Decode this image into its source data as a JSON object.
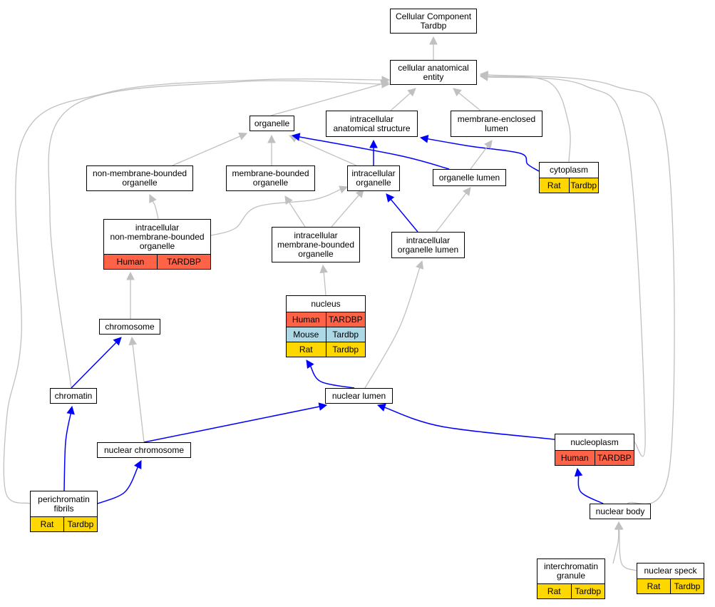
{
  "colors": {
    "Human": "#ff6347",
    "Mouse": "#add8e6",
    "Rat": "#ffd700",
    "edge_isa": "#c0c0c0",
    "edge_partof": "#0000ff"
  },
  "nodes": [
    {
      "id": "root",
      "label": "Cellular Component\nTardbp",
      "annotations": []
    },
    {
      "id": "cae",
      "label": "cellular anatomical\nentity",
      "annotations": []
    },
    {
      "id": "organelle",
      "label": "organelle",
      "annotations": []
    },
    {
      "id": "ias",
      "label": "intracellular\nanatomical structure",
      "annotations": []
    },
    {
      "id": "mel",
      "label": "membrane-enclosed\nlumen",
      "annotations": []
    },
    {
      "id": "nmbo",
      "label": "non-membrane-bounded\norganelle",
      "annotations": []
    },
    {
      "id": "mbo",
      "label": "membrane-bounded\norganelle",
      "annotations": []
    },
    {
      "id": "io",
      "label": "intracellular\norganelle",
      "annotations": []
    },
    {
      "id": "olumen",
      "label": "organelle lumen",
      "annotations": []
    },
    {
      "id": "cytoplasm",
      "label": "cytoplasm",
      "annotations": [
        {
          "species": "Rat",
          "gene": "Tardbp"
        }
      ]
    },
    {
      "id": "inmbo",
      "label": "intracellular\nnon-membrane-bounded\norganelle",
      "annotations": [
        {
          "species": "Human",
          "gene": "TARDBP"
        }
      ]
    },
    {
      "id": "imbo",
      "label": "intracellular\nmembrane-bounded\norganelle",
      "annotations": []
    },
    {
      "id": "iol",
      "label": "intracellular\norganelle lumen",
      "annotations": []
    },
    {
      "id": "nucleus",
      "label": "nucleus",
      "annotations": [
        {
          "species": "Human",
          "gene": "TARDBP"
        },
        {
          "species": "Mouse",
          "gene": "Tardbp"
        },
        {
          "species": "Rat",
          "gene": "Tardbp"
        }
      ]
    },
    {
      "id": "chromosome",
      "label": "chromosome",
      "annotations": []
    },
    {
      "id": "chromatin",
      "label": "chromatin",
      "annotations": []
    },
    {
      "id": "nlumen",
      "label": "nuclear lumen",
      "annotations": []
    },
    {
      "id": "nchrom",
      "label": "nuclear chromosome",
      "annotations": []
    },
    {
      "id": "nucleoplasm",
      "label": "nucleoplasm",
      "annotations": [
        {
          "species": "Human",
          "gene": "TARDBP"
        }
      ]
    },
    {
      "id": "pfib",
      "label": "perichromatin\nfibrils",
      "annotations": [
        {
          "species": "Rat",
          "gene": "Tardbp"
        }
      ]
    },
    {
      "id": "nbody",
      "label": "nuclear body",
      "annotations": []
    },
    {
      "id": "igran",
      "label": "interchromatin\ngranule",
      "annotations": [
        {
          "species": "Rat",
          "gene": "Tardbp"
        }
      ]
    },
    {
      "id": "nspeck",
      "label": "nuclear speck",
      "annotations": [
        {
          "species": "Rat",
          "gene": "Tardbp"
        }
      ]
    }
  ],
  "edges": [
    {
      "from": "cae",
      "to": "root",
      "kind": "isa"
    },
    {
      "from": "organelle",
      "to": "cae",
      "kind": "isa"
    },
    {
      "from": "ias",
      "to": "cae",
      "kind": "isa"
    },
    {
      "from": "mel",
      "to": "cae",
      "kind": "isa"
    },
    {
      "from": "cytoplasm",
      "to": "cae",
      "kind": "isa"
    },
    {
      "from": "chromatin",
      "to": "cae",
      "kind": "isa"
    },
    {
      "from": "pfib",
      "to": "cae",
      "kind": "isa"
    },
    {
      "from": "nucleoplasm",
      "to": "cae",
      "kind": "isa"
    },
    {
      "from": "nbody",
      "to": "cae",
      "kind": "isa"
    },
    {
      "from": "nmbo",
      "to": "organelle",
      "kind": "isa"
    },
    {
      "from": "mbo",
      "to": "organelle",
      "kind": "isa"
    },
    {
      "from": "io",
      "to": "organelle",
      "kind": "isa"
    },
    {
      "from": "olumen",
      "to": "organelle",
      "kind": "partof"
    },
    {
      "from": "io",
      "to": "ias",
      "kind": "partof"
    },
    {
      "from": "cytoplasm",
      "to": "ias",
      "kind": "partof"
    },
    {
      "from": "olumen",
      "to": "mel",
      "kind": "isa"
    },
    {
      "from": "inmbo",
      "to": "nmbo",
      "kind": "isa"
    },
    {
      "from": "inmbo",
      "to": "io",
      "kind": "isa"
    },
    {
      "from": "imbo",
      "to": "mbo",
      "kind": "isa"
    },
    {
      "from": "imbo",
      "to": "io",
      "kind": "isa"
    },
    {
      "from": "iol",
      "to": "io",
      "kind": "partof"
    },
    {
      "from": "iol",
      "to": "olumen",
      "kind": "isa"
    },
    {
      "from": "nucleus",
      "to": "imbo",
      "kind": "isa"
    },
    {
      "from": "chromosome",
      "to": "inmbo",
      "kind": "isa"
    },
    {
      "from": "chromatin",
      "to": "chromosome",
      "kind": "partof"
    },
    {
      "from": "nchrom",
      "to": "chromosome",
      "kind": "isa"
    },
    {
      "from": "nlumen",
      "to": "nucleus",
      "kind": "partof"
    },
    {
      "from": "nlumen",
      "to": "iol",
      "kind": "isa"
    },
    {
      "from": "nchrom",
      "to": "nlumen",
      "kind": "partof"
    },
    {
      "from": "nucleoplasm",
      "to": "nlumen",
      "kind": "partof"
    },
    {
      "from": "pfib",
      "to": "chromatin",
      "kind": "partof"
    },
    {
      "from": "pfib",
      "to": "nchrom",
      "kind": "partof"
    },
    {
      "from": "nbody",
      "to": "nucleoplasm",
      "kind": "partof"
    },
    {
      "from": "igran",
      "to": "nbody",
      "kind": "isa"
    },
    {
      "from": "nspeck",
      "to": "nbody",
      "kind": "isa"
    }
  ]
}
